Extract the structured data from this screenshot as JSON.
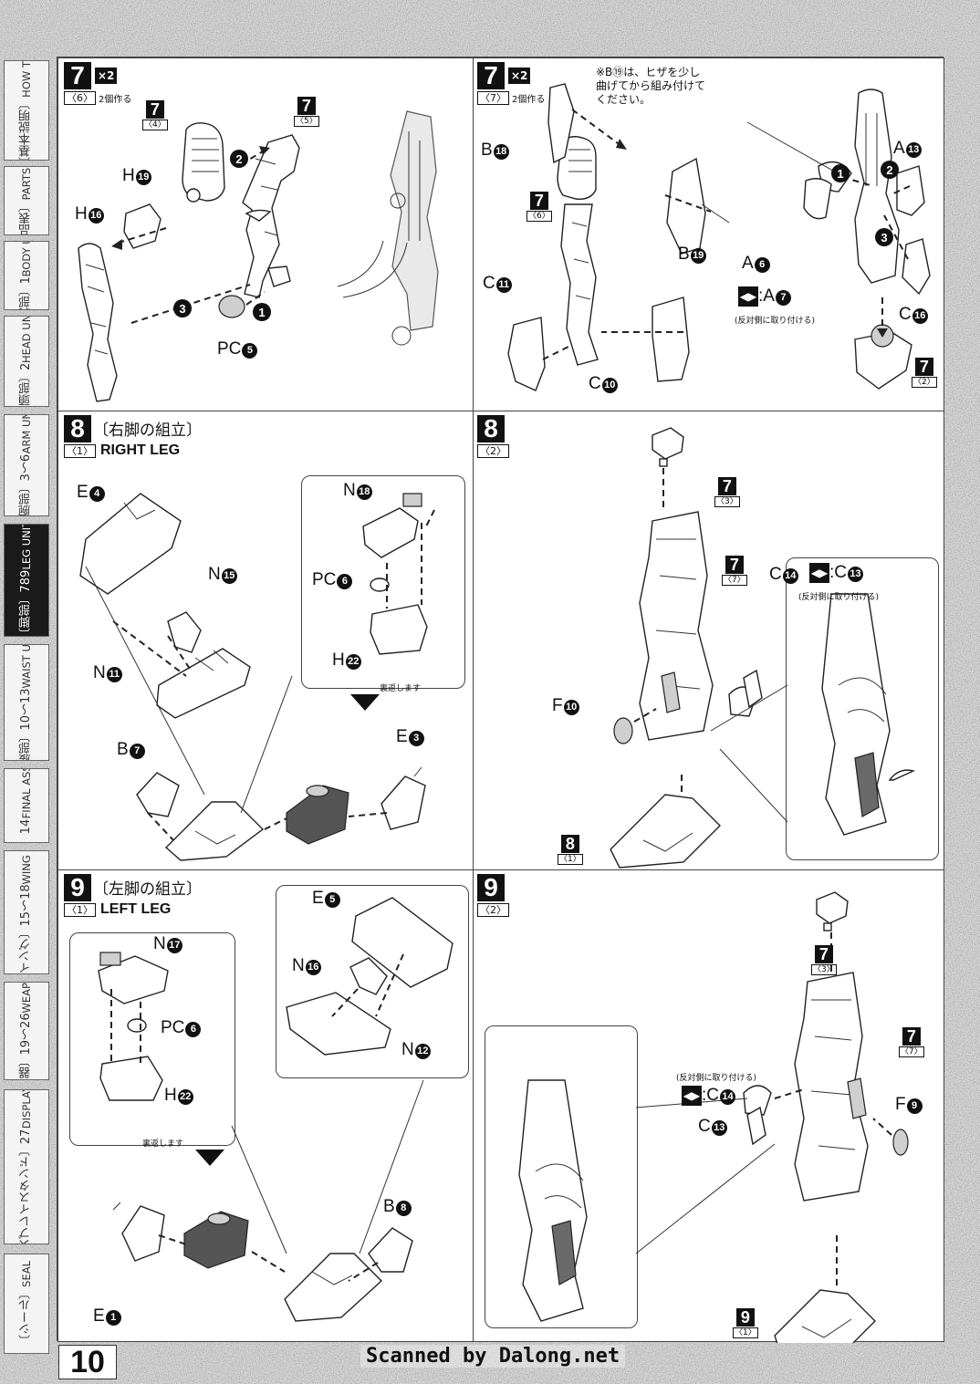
{
  "page": {
    "number": "10",
    "scan_credit": "Scanned by Dalong.net"
  },
  "tabs": [
    {
      "jp": "〔基本説明〕",
      "en": "HOW TO",
      "active": false
    },
    {
      "jp": "〔部品表〕",
      "en": "PARTS LIST",
      "active": false
    },
    {
      "jp": "〔胸部〕1",
      "en": "BODY UNIT",
      "active": false
    },
    {
      "jp": "〔頭部〕2",
      "en": "HEAD UNIT",
      "active": false
    },
    {
      "jp": "〔腕部〕3～6",
      "en": "ARM UNIT",
      "active": false
    },
    {
      "jp": "〔脚部〕789",
      "en": "LEG UNIT",
      "active": true
    },
    {
      "jp": "〔腰部〕10～13",
      "en": "WAIST UNIT",
      "active": false
    },
    {
      "jp": "〔完成〕14",
      "en": "FINAL ASSEMBLE",
      "active": false
    },
    {
      "jp": "〔ウイング〕15～18",
      "en": "WING UNIT",
      "active": false
    },
    {
      "jp": "〔武器〕19～26",
      "en": "WEAPONS",
      "active": false
    },
    {
      "jp": "〔ディスプレイスタンド〕27",
      "en": "DISPLAY STAND",
      "active": false
    },
    {
      "jp": "〔シール〕",
      "en": "SEAL",
      "active": false
    }
  ],
  "panel_7_6": {
    "step": "7",
    "sub": "〈6〉",
    "multiplier": "×2",
    "note": "2個作る",
    "refs": [
      {
        "n": "7",
        "s": "〈4〉"
      },
      {
        "n": "7",
        "s": "〈5〉"
      }
    ],
    "parts": [
      {
        "p": "H",
        "c": "19"
      },
      {
        "p": "H",
        "c": "16"
      },
      {
        "p": "PC",
        "c": "5"
      }
    ],
    "order": [
      "1",
      "2",
      "3"
    ]
  },
  "panel_7_7": {
    "step": "7",
    "sub": "〈7〉",
    "multiplier": "×2",
    "note": "2個作る",
    "annotation": "※B⑲は、ヒザを少し曲げてから組み付けてください。",
    "refs": [
      {
        "n": "7",
        "s": "〈6〉"
      },
      {
        "n": "7",
        "s": "〈2〉"
      }
    ],
    "parts": [
      {
        "p": "B",
        "c": "18"
      },
      {
        "p": "B",
        "c": "19"
      },
      {
        "p": "C",
        "c": "11"
      },
      {
        "p": "C",
        "c": "10"
      },
      {
        "p": "A",
        "c": "13"
      },
      {
        "p": "A",
        "c": "6"
      },
      {
        "p": "C",
        "c": "16"
      }
    ],
    "swap": {
      "to": ":A",
      "c": "7"
    },
    "swap_note": "(反対側に取り付ける)",
    "order": [
      "1",
      "2",
      "3"
    ]
  },
  "panel_8_1": {
    "step": "8",
    "sub": "〈1〉",
    "title_jp": "〔右脚の組立〕",
    "title_en": "RIGHT LEG",
    "parts": [
      {
        "p": "E",
        "c": "4"
      },
      {
        "p": "N",
        "c": "15"
      },
      {
        "p": "N",
        "c": "11"
      },
      {
        "p": "B",
        "c": "7"
      },
      {
        "p": "N",
        "c": "18"
      },
      {
        "p": "PC",
        "c": "6"
      },
      {
        "p": "H",
        "c": "22"
      },
      {
        "p": "E",
        "c": "3"
      }
    ],
    "flip_note": "裏返します"
  },
  "panel_8_2": {
    "step": "8",
    "sub": "〈2〉",
    "refs": [
      {
        "n": "7",
        "s": "〈3〉"
      },
      {
        "n": "7",
        "s": "〈7〉"
      },
      {
        "n": "8",
        "s": "〈1〉"
      }
    ],
    "parts": [
      {
        "p": "C",
        "c": "14"
      },
      {
        "p": "F",
        "c": "10"
      }
    ],
    "swap": {
      "to": ":C",
      "c": "13"
    },
    "swap_note": "(反対側に取り付ける)"
  },
  "panel_9_1": {
    "step": "9",
    "sub": "〈1〉",
    "title_jp": "〔左脚の組立〕",
    "title_en": "LEFT LEG",
    "parts": [
      {
        "p": "N",
        "c": "17"
      },
      {
        "p": "PC",
        "c": "6"
      },
      {
        "p": "H",
        "c": "22"
      },
      {
        "p": "E",
        "c": "5"
      },
      {
        "p": "N",
        "c": "16"
      },
      {
        "p": "N",
        "c": "12"
      },
      {
        "p": "B",
        "c": "8"
      },
      {
        "p": "E",
        "c": "1"
      }
    ],
    "flip_note": "裏返します"
  },
  "panel_9_2": {
    "step": "9",
    "sub": "〈2〉",
    "refs": [
      {
        "n": "7",
        "s": "〈3〉"
      },
      {
        "n": "7",
        "s": "〈7〉"
      },
      {
        "n": "9",
        "s": "〈1〉"
      }
    ],
    "parts": [
      {
        "p": "C",
        "c": "13"
      },
      {
        "p": "F",
        "c": "9"
      }
    ],
    "swap": {
      "to": ":C",
      "c": "14"
    },
    "swap_note": "(反対側に取り付ける)"
  },
  "colors": {
    "ink": "#111111",
    "paper": "#ffffff",
    "background": "#9a9a9a",
    "tab_active": "#1a1a1a"
  }
}
